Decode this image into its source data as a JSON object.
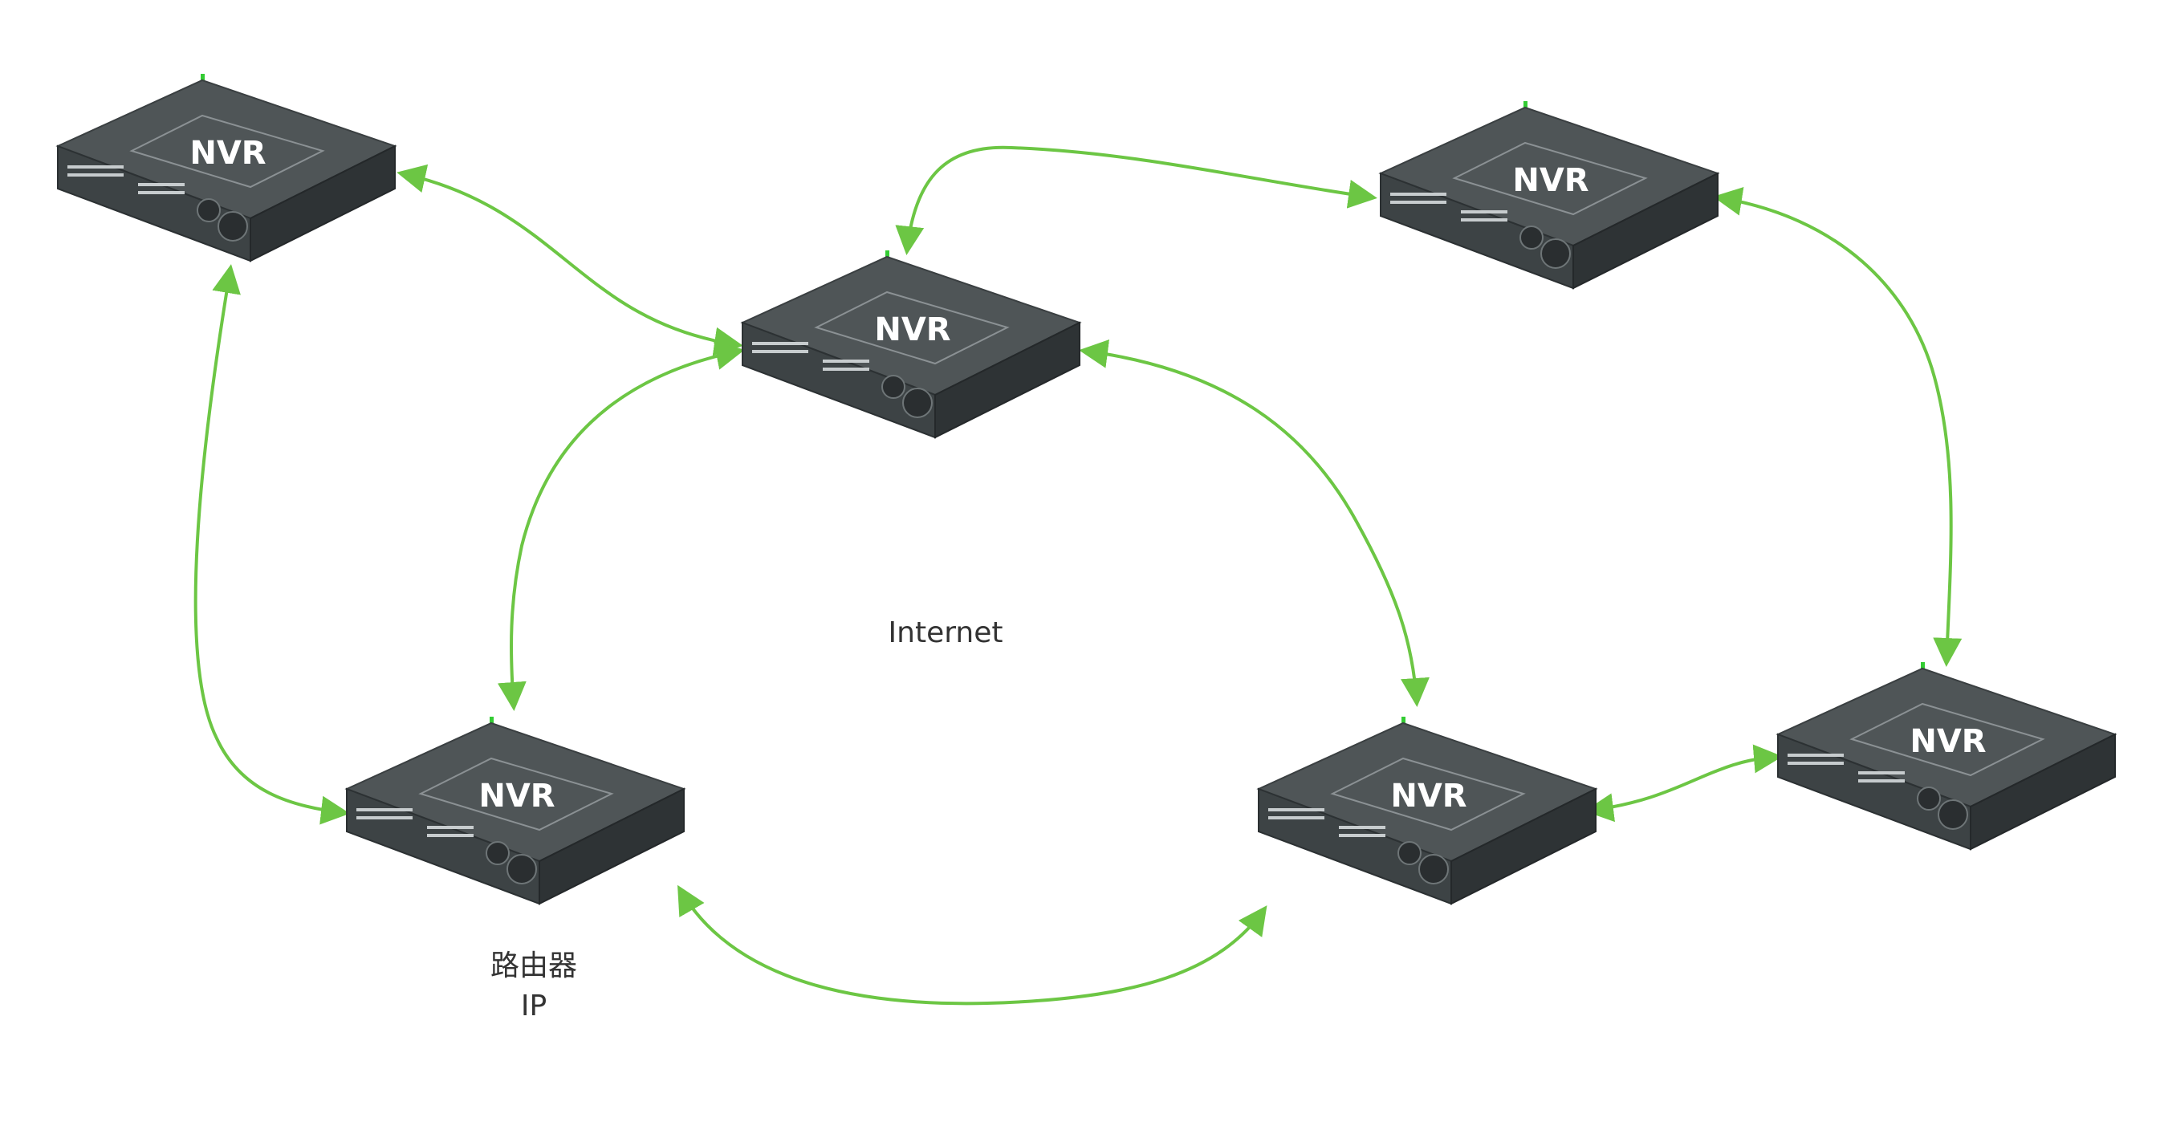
{
  "nodes": [
    {
      "id": "nvr-top-left",
      "label": "NVR"
    },
    {
      "id": "nvr-center",
      "label": "NVR"
    },
    {
      "id": "nvr-top-right",
      "label": "NVR"
    },
    {
      "id": "nvr-bottom-left",
      "label": "NVR"
    },
    {
      "id": "nvr-bottom-center",
      "label": "NVR"
    },
    {
      "id": "nvr-right",
      "label": "NVR"
    }
  ],
  "edges": [
    {
      "from": "nvr-top-left",
      "to": "nvr-center",
      "style": "bidirectional"
    },
    {
      "from": "nvr-center",
      "to": "nvr-top-right",
      "style": "bidirectional"
    },
    {
      "from": "nvr-top-left",
      "to": "nvr-bottom-left",
      "style": "bidirectional"
    },
    {
      "from": "nvr-center",
      "to": "nvr-bottom-left",
      "style": "bidirectional"
    },
    {
      "from": "nvr-center",
      "to": "nvr-bottom-center",
      "style": "bidirectional"
    },
    {
      "from": "nvr-top-right",
      "to": "nvr-right",
      "style": "bidirectional"
    },
    {
      "from": "nvr-bottom-left",
      "to": "nvr-bottom-center",
      "style": "bidirectional"
    },
    {
      "from": "nvr-bottom-center",
      "to": "nvr-right",
      "style": "bidirectional"
    }
  ],
  "labels": {
    "center": "Internet",
    "router_line1": "路由器",
    "router_line2": "IP"
  },
  "colors": {
    "link": "#6cc644",
    "device_top": "#4a5052",
    "device_front": "#3b4042",
    "device_side": "#2f3436"
  }
}
